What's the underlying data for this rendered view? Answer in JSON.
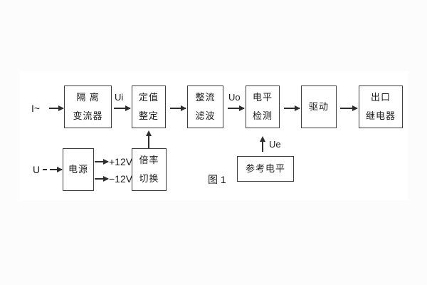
{
  "figure": {
    "caption": "图 1",
    "inputs": {
      "current": "I~",
      "voltage": "U"
    },
    "signals": {
      "ui": "Ui",
      "uo": "Uo",
      "ue": "Ue"
    },
    "rails": {
      "positive": "+12V",
      "negative": "−12V"
    },
    "blocks": {
      "isolation_transformer": {
        "line1": "隔 离",
        "line2": "变流器"
      },
      "setting": {
        "line1": "定值",
        "line2": "整定"
      },
      "rectifier_filter": {
        "line1": "整流",
        "line2": "滤波"
      },
      "level_detector": {
        "line1": "电平",
        "line2": "检测"
      },
      "driver": {
        "line1": "驱动"
      },
      "output_relay": {
        "line1": "出口",
        "line2": "继电器"
      },
      "power_supply": {
        "line1": "电源"
      },
      "ratio_switch": {
        "line1": "倍率",
        "line2": "切换"
      },
      "reference_level": {
        "line1": "参考电平"
      }
    }
  }
}
